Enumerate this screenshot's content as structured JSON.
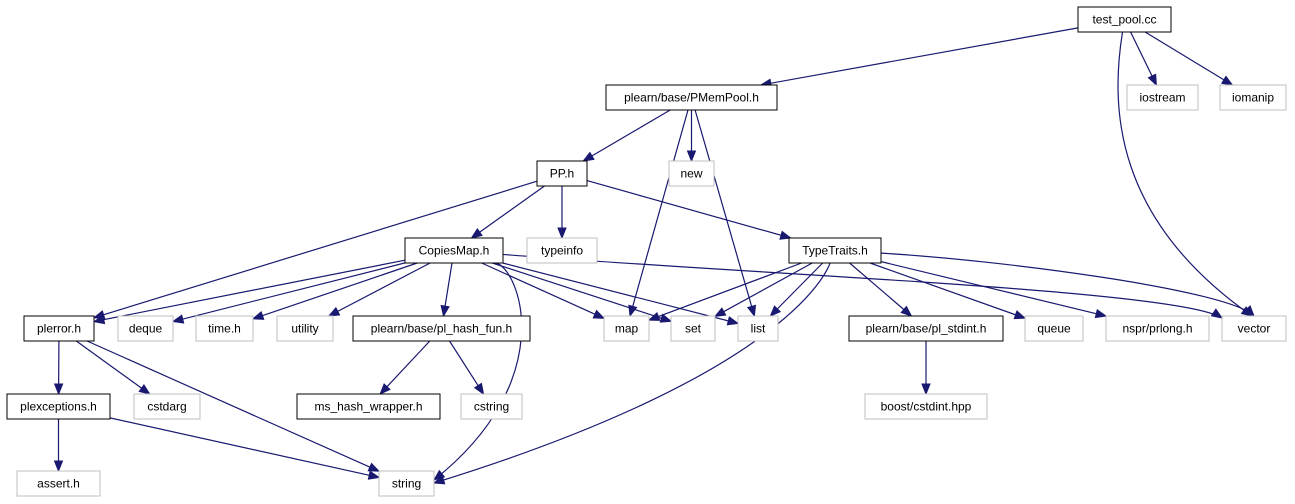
{
  "colors": {
    "edge": "#191970",
    "border_documented": "#000000",
    "border_external": "#bfbfbf",
    "root_fill": "#bfbfbf",
    "node_fill": "#ffffff"
  },
  "nodes": [
    {
      "id": "test_pool",
      "label": "test_pool.cc",
      "kind": "root"
    },
    {
      "id": "pmempool",
      "label": "plearn/base/PMemPool.h",
      "kind": "doc"
    },
    {
      "id": "iostream",
      "label": "iostream",
      "kind": "ext"
    },
    {
      "id": "iomanip",
      "label": "iomanip",
      "kind": "ext"
    },
    {
      "id": "pp",
      "label": "PP.h",
      "kind": "doc"
    },
    {
      "id": "new",
      "label": "new",
      "kind": "ext"
    },
    {
      "id": "copiesmap",
      "label": "CopiesMap.h",
      "kind": "doc"
    },
    {
      "id": "typeinfo",
      "label": "typeinfo",
      "kind": "ext"
    },
    {
      "id": "typetraits",
      "label": "TypeTraits.h",
      "kind": "doc"
    },
    {
      "id": "plerror",
      "label": "plerror.h",
      "kind": "doc"
    },
    {
      "id": "deque",
      "label": "deque",
      "kind": "ext"
    },
    {
      "id": "time",
      "label": "time.h",
      "kind": "ext"
    },
    {
      "id": "utility",
      "label": "utility",
      "kind": "ext"
    },
    {
      "id": "hashfun",
      "label": "plearn/base/pl_hash_fun.h",
      "kind": "doc"
    },
    {
      "id": "map",
      "label": "map",
      "kind": "ext"
    },
    {
      "id": "set",
      "label": "set",
      "kind": "ext"
    },
    {
      "id": "list",
      "label": "list",
      "kind": "ext"
    },
    {
      "id": "stdint",
      "label": "plearn/base/pl_stdint.h",
      "kind": "doc"
    },
    {
      "id": "queue",
      "label": "queue",
      "kind": "ext"
    },
    {
      "id": "prlong",
      "label": "nspr/prlong.h",
      "kind": "ext"
    },
    {
      "id": "vector",
      "label": "vector",
      "kind": "ext"
    },
    {
      "id": "plexceptions",
      "label": "plexceptions.h",
      "kind": "doc"
    },
    {
      "id": "cstdarg",
      "label": "cstdarg",
      "kind": "ext"
    },
    {
      "id": "mshash",
      "label": "ms_hash_wrapper.h",
      "kind": "doc"
    },
    {
      "id": "cstring",
      "label": "cstring",
      "kind": "ext"
    },
    {
      "id": "boostcstdint",
      "label": "boost/cstdint.hpp",
      "kind": "ext"
    },
    {
      "id": "assert",
      "label": "assert.h",
      "kind": "ext"
    },
    {
      "id": "string",
      "label": "string",
      "kind": "ext"
    }
  ],
  "edges": [
    {
      "from": "test_pool",
      "to": "pmempool"
    },
    {
      "from": "test_pool",
      "to": "iostream"
    },
    {
      "from": "test_pool",
      "to": "iomanip"
    },
    {
      "from": "test_pool",
      "to": "vector"
    },
    {
      "from": "pmempool",
      "to": "pp"
    },
    {
      "from": "pmempool",
      "to": "new"
    },
    {
      "from": "pmempool",
      "to": "map"
    },
    {
      "from": "pmempool",
      "to": "list"
    },
    {
      "from": "pp",
      "to": "copiesmap"
    },
    {
      "from": "pp",
      "to": "typeinfo"
    },
    {
      "from": "pp",
      "to": "typetraits"
    },
    {
      "from": "pp",
      "to": "plerror"
    },
    {
      "from": "copiesmap",
      "to": "plerror"
    },
    {
      "from": "copiesmap",
      "to": "deque"
    },
    {
      "from": "copiesmap",
      "to": "time"
    },
    {
      "from": "copiesmap",
      "to": "utility"
    },
    {
      "from": "copiesmap",
      "to": "hashfun"
    },
    {
      "from": "copiesmap",
      "to": "map"
    },
    {
      "from": "copiesmap",
      "to": "set"
    },
    {
      "from": "copiesmap",
      "to": "list"
    },
    {
      "from": "copiesmap",
      "to": "vector"
    },
    {
      "from": "copiesmap",
      "to": "string"
    },
    {
      "from": "typetraits",
      "to": "map"
    },
    {
      "from": "typetraits",
      "to": "set"
    },
    {
      "from": "typetraits",
      "to": "list"
    },
    {
      "from": "typetraits",
      "to": "stdint"
    },
    {
      "from": "typetraits",
      "to": "queue"
    },
    {
      "from": "typetraits",
      "to": "prlong"
    },
    {
      "from": "typetraits",
      "to": "vector"
    },
    {
      "from": "typetraits",
      "to": "string"
    },
    {
      "from": "plerror",
      "to": "plexceptions"
    },
    {
      "from": "plerror",
      "to": "cstdarg"
    },
    {
      "from": "plerror",
      "to": "string"
    },
    {
      "from": "hashfun",
      "to": "mshash"
    },
    {
      "from": "hashfun",
      "to": "cstring"
    },
    {
      "from": "stdint",
      "to": "boostcstdint"
    },
    {
      "from": "plexceptions",
      "to": "assert"
    },
    {
      "from": "plexceptions",
      "to": "string"
    }
  ]
}
